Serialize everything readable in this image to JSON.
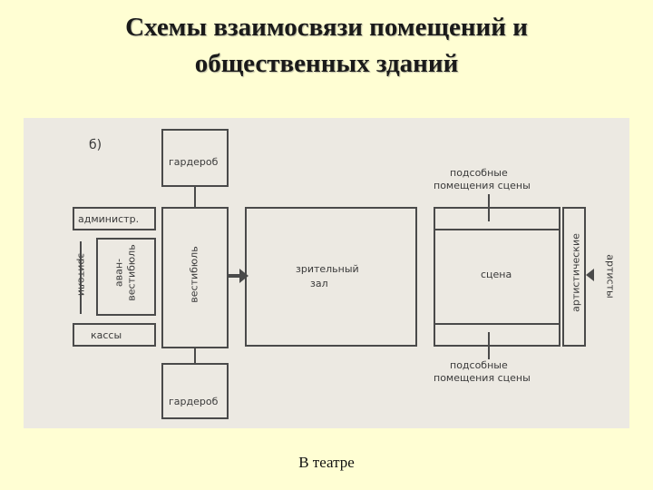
{
  "slide": {
    "title_line1": "Схемы взаимосвязи помещений и",
    "title_line2": "общественных зданий",
    "caption": "В театре"
  },
  "diagram": {
    "variant": "б)",
    "labels": {
      "gardrob_top": "гардероб",
      "gardrob_bottom": "гардероб",
      "administr": "администр.",
      "kassy": "кассы",
      "zriteli": "зрители",
      "avanvestibul_1": "аван-",
      "avanvestibul_2": "вестибюль",
      "vestibul": "вестибюль",
      "zal_1": "зрительный",
      "zal_2": "зал",
      "scena": "сцена",
      "podsob_top_1": "подсобные",
      "podsob_top_2": "помещения сцены",
      "podsob_bottom_1": "подсобные",
      "podsob_bottom_2": "помещения сцены",
      "artisticheskie": "артистические",
      "artisty": "артисты"
    }
  }
}
